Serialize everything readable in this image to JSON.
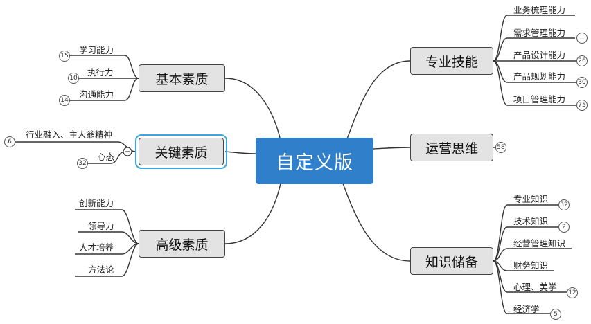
{
  "root": {
    "label": "自定义版"
  },
  "topics": {
    "basic": {
      "label": "基本素质"
    },
    "key": {
      "label": "关键素质"
    },
    "advanced": {
      "label": "高级素质"
    },
    "skills": {
      "label": "专业技能"
    },
    "ops": {
      "label": "运营思维",
      "badge": "58"
    },
    "knowledge": {
      "label": "知识储备"
    }
  },
  "subtopics": {
    "basic": [
      {
        "label": "学习能力",
        "badge": "15"
      },
      {
        "label": "执行力",
        "badge": "10"
      },
      {
        "label": "沟通能力",
        "badge": "14"
      }
    ],
    "key": [
      {
        "label": "行业融入、主人翁精神",
        "badge": "6"
      },
      {
        "label": "心态",
        "badge": "32"
      }
    ],
    "advanced": [
      {
        "label": "创新能力"
      },
      {
        "label": "领导力"
      },
      {
        "label": "人才培养"
      },
      {
        "label": "方法论"
      }
    ],
    "skills": [
      {
        "label": "业务梳理能力"
      },
      {
        "label": "需求管理能力",
        "badge": "…"
      },
      {
        "label": "产品设计能力",
        "badge": "26"
      },
      {
        "label": "产品规划能力",
        "badge": "30"
      },
      {
        "label": "项目管理能力",
        "badge": "75"
      }
    ],
    "knowledge": [
      {
        "label": "专业知识",
        "badge": "32"
      },
      {
        "label": "技术知识",
        "badge": "2"
      },
      {
        "label": "经营管理知识"
      },
      {
        "label": "财务知识"
      },
      {
        "label": "心理、美学",
        "badge": "12"
      },
      {
        "label": "经济学",
        "badge": "5"
      }
    ]
  },
  "collapse_glyph": "−"
}
